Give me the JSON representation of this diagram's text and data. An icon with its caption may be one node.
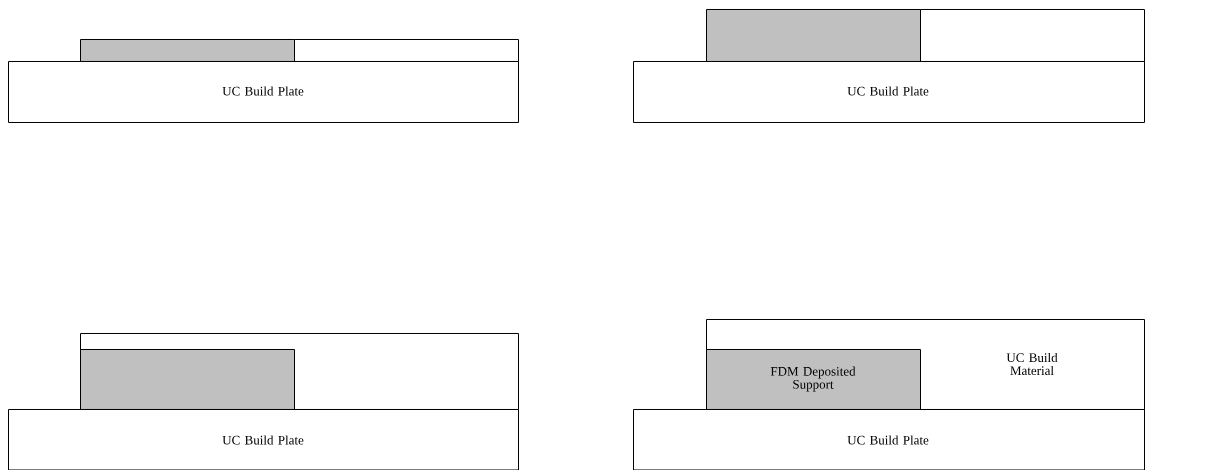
{
  "diagram": {
    "nodes": [
      {
        "text": [],
        "shape": "box"
      },
      {
        "text": [],
        "shape": "box"
      },
      {
        "text": [
          "UC Build Plate"
        ]
      },
      {
        "text": [],
        "shape": "box"
      },
      {
        "text": [],
        "shape": "box"
      },
      {
        "text": [
          "UC Build Plate"
        ]
      },
      {
        "text": [],
        "shape": "box"
      },
      {
        "text": [],
        "shape": "box",
        "in": 6
      },
      {
        "text": [
          "UC Build Plate"
        ]
      },
      {
        "text": [
          "UC Build Material"
        ]
      },
      {
        "text": [
          "FDM Deposited Support"
        ],
        "in": 9
      },
      {
        "text": [
          "UC Build Plate"
        ]
      }
    ]
  }
}
